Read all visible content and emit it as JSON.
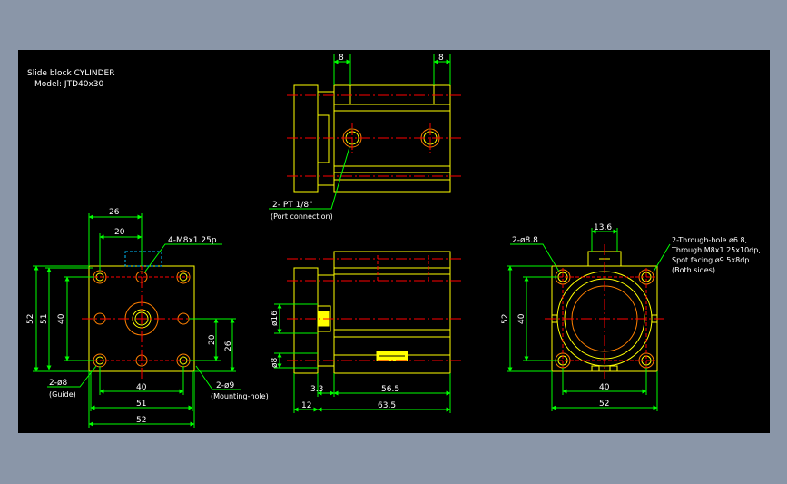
{
  "title_block": {
    "line1": "Slide block CYLINDER",
    "line2": "Model: JTD40x30"
  },
  "colors": {
    "background": "#8a96a8",
    "canvas": "#000000",
    "outline": "#ffff00",
    "centerline": "#ff0000",
    "dimension": "#00ff00",
    "hidden": "#00c0ff",
    "text": "#ffffff",
    "hole": "#ff8000"
  },
  "top_view": {
    "dims": {
      "left_8": "8",
      "right_8": "8"
    },
    "port_label": "2- PT 1/8\"",
    "port_note": "(Port connection)"
  },
  "left_view": {
    "dims": {
      "w26": "26",
      "w20": "20",
      "h52": "52",
      "h51": "51",
      "h40": "40",
      "h20": "20",
      "h26": "26",
      "w40": "40",
      "w51": "51",
      "w52": "52"
    },
    "thread_label": "4-M8x1.25p",
    "guide_label": "2-ø8",
    "guide_note": "(Guide)",
    "mount_label": "2-ø9",
    "mount_note": "(Mounting-hole)"
  },
  "front_view": {
    "dims": {
      "d16": "ø16",
      "d8": "ø8",
      "d33": "3.3",
      "d565": "56.5",
      "d12": "12",
      "d635": "63.5"
    }
  },
  "right_view": {
    "dims": {
      "w136": "13.6",
      "h52": "52",
      "h40": "40",
      "w40": "40",
      "w52": "52"
    },
    "hole_label": "2-ø8.8",
    "through_line1": "2-Through-hole ø6.8,",
    "through_line2": "Through M8x1.25x10dp,",
    "through_line3": "Spot facing ø9.5x8dp",
    "through_line4": "(Both sides)."
  }
}
